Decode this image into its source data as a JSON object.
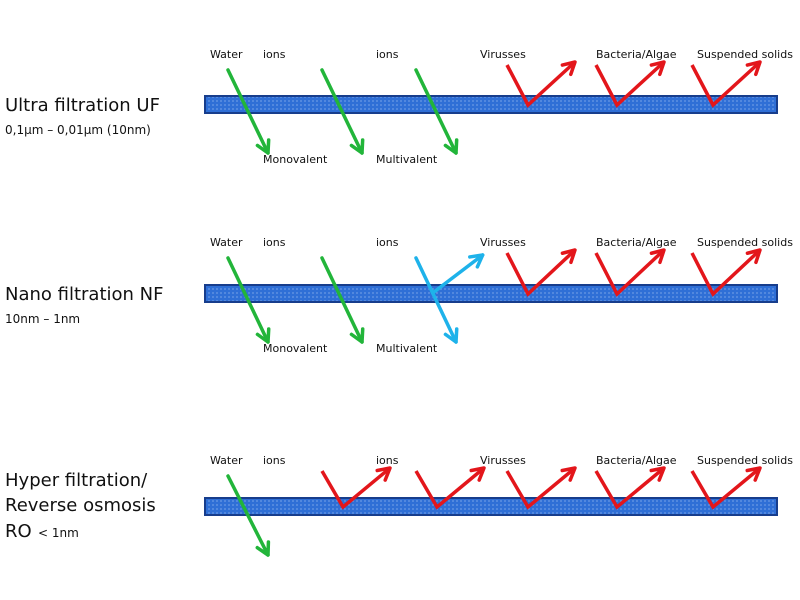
{
  "colors": {
    "membrane_fill": "#2f6fd6",
    "membrane_border": "#173d8c",
    "membrane_dots": "#a9c8f5",
    "pass": "#22b53a",
    "reject": "#e3161b",
    "partial": "#1eb2ea"
  },
  "rows": [
    {
      "name_lines": [
        "Ultra filtration UF"
      ],
      "range": "0,1µm – 0,01µm (10nm)",
      "range_position": "below",
      "top_labels": [
        "Water",
        "ions",
        "ions",
        "Virusses",
        "Bacteria/Algae",
        "Suspended solids"
      ],
      "bottom_labels": [
        "",
        "Monovalent",
        "Multivalent",
        "",
        "",
        ""
      ],
      "behavior": [
        "pass",
        "pass",
        "pass",
        "reject",
        "reject",
        "reject"
      ]
    },
    {
      "name_lines": [
        "Nano filtration NF"
      ],
      "range": "10nm – 1nm",
      "range_position": "below",
      "top_labels": [
        "Water",
        "ions",
        "ions",
        "Virusses",
        "Bacteria/Algae",
        "Suspended solids"
      ],
      "bottom_labels": [
        "",
        "Monovalent",
        "Multivalent",
        "",
        "",
        ""
      ],
      "behavior": [
        "pass",
        "pass",
        "partial",
        "reject",
        "reject",
        "reject"
      ]
    },
    {
      "name_lines": [
        "Hyper filtration/",
        "Reverse osmosis",
        "RO"
      ],
      "range": "< 1nm",
      "range_position": "inline",
      "top_labels": [
        "Water",
        "ions",
        "ions",
        "Virusses",
        "Bacteria/Algae",
        "Suspended solids"
      ],
      "bottom_labels": [
        "",
        "",
        "",
        "",
        "",
        ""
      ],
      "behavior": [
        "pass",
        "reject",
        "reject",
        "reject",
        "reject",
        "reject"
      ]
    }
  ]
}
